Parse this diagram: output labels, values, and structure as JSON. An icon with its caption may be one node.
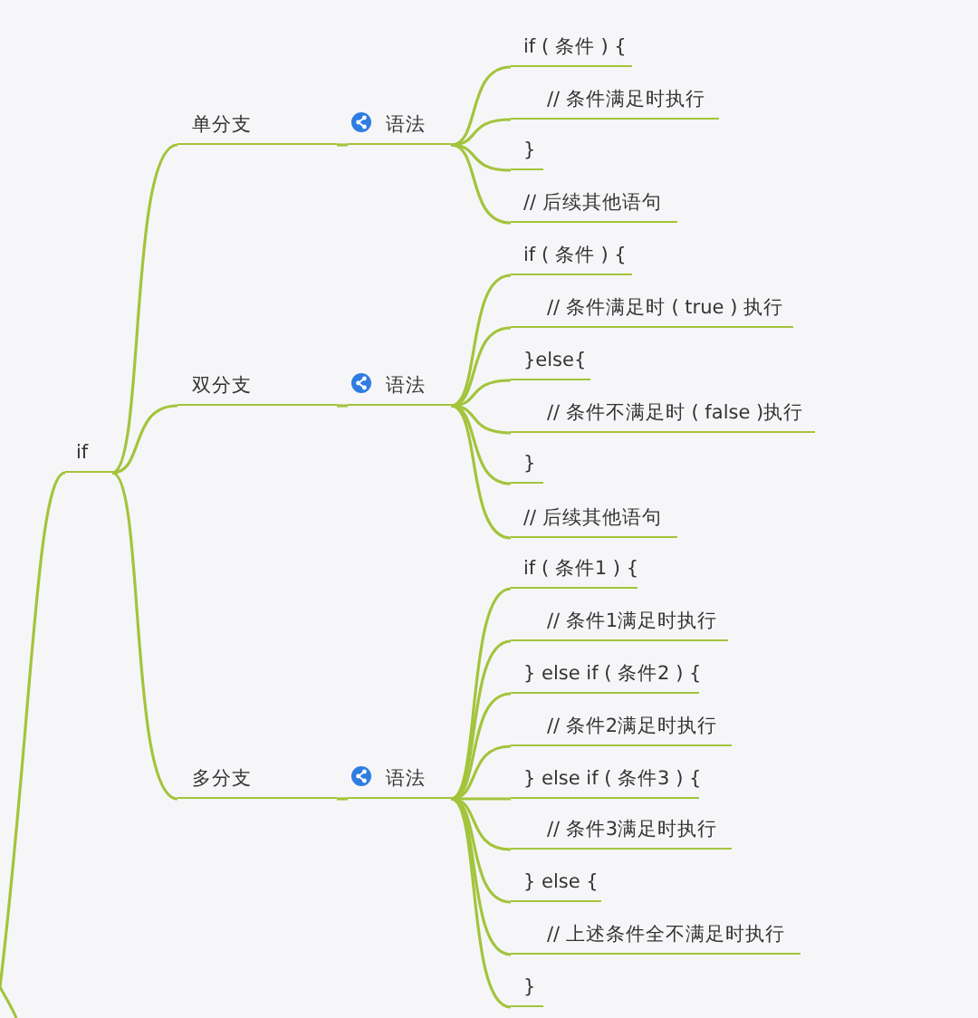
{
  "diagram": {
    "nodes": [
      {
        "text": [
          "if"
        ]
      },
      {
        "text": [
          "单分支"
        ]
      },
      {
        "text": [
          "语法"
        ]
      },
      {
        "text": [
          "if ( 条件 ) {"
        ]
      },
      {
        "text": [
          "// 条件满足时执行"
        ]
      },
      {
        "text": [
          "}"
        ]
      },
      {
        "text": [
          "// 后续其他语句"
        ]
      },
      {
        "text": [
          "双分支"
        ]
      },
      {
        "text": [
          "语法"
        ]
      },
      {
        "text": [
          "if ( 条件 ) {"
        ]
      },
      {
        "text": [
          "// 条件满足时 ( true ) 执行"
        ]
      },
      {
        "text": [
          "}else{"
        ]
      },
      {
        "text": [
          "// 条件不满足时 ( false )执行"
        ]
      },
      {
        "text": [
          "}"
        ]
      },
      {
        "text": [
          "// 后续其他语句"
        ]
      },
      {
        "text": [
          "多分支"
        ]
      },
      {
        "text": [
          "语法"
        ]
      },
      {
        "text": [
          "if ( 条件1 ) {"
        ]
      },
      {
        "text": [
          "// 条件1满足时执行"
        ]
      },
      {
        "text": [
          "} else if ( 条件2 ) {"
        ]
      },
      {
        "text": [
          "// 条件2满足时执行"
        ]
      },
      {
        "text": [
          "} else if ( 条件3 ) {"
        ]
      },
      {
        "text": [
          "// 条件3满足时执行"
        ]
      },
      {
        "text": [
          "} else {"
        ]
      },
      {
        "text": [
          "// 上述条件全不满足时执行"
        ]
      },
      {
        "text": [
          "}"
        ]
      }
    ],
    "edges": [
      {
        "from": null,
        "to": 0,
        "arrow": "none"
      },
      {
        "from": 0,
        "to": 1,
        "arrow": "none"
      },
      {
        "from": 1,
        "to": 2,
        "arrow": "none"
      },
      {
        "from": 2,
        "to": 3,
        "arrow": "none"
      },
      {
        "from": 2,
        "to": 4,
        "arrow": "none"
      },
      {
        "from": 2,
        "to": 5,
        "arrow": "none"
      },
      {
        "from": 2,
        "to": 6,
        "arrow": "none"
      },
      {
        "from": 0,
        "to": 7,
        "arrow": "none"
      },
      {
        "from": 7,
        "to": 8,
        "arrow": "none"
      },
      {
        "from": 8,
        "to": 9,
        "arrow": "none"
      },
      {
        "from": 8,
        "to": 10,
        "arrow": "none"
      },
      {
        "from": 8,
        "to": 11,
        "arrow": "none"
      },
      {
        "from": 8,
        "to": 12,
        "arrow": "none"
      },
      {
        "from": 8,
        "to": 13,
        "arrow": "none"
      },
      {
        "from": 8,
        "to": 14,
        "arrow": "none"
      },
      {
        "from": 0,
        "to": 15,
        "arrow": "none"
      },
      {
        "from": 15,
        "to": 16,
        "arrow": "none"
      },
      {
        "from": 16,
        "to": 17,
        "arrow": "none"
      },
      {
        "from": 16,
        "to": 18,
        "arrow": "none"
      },
      {
        "from": 16,
        "to": 19,
        "arrow": "none"
      },
      {
        "from": 16,
        "to": 20,
        "arrow": "none"
      },
      {
        "from": 16,
        "to": 21,
        "arrow": "none"
      },
      {
        "from": 16,
        "to": 22,
        "arrow": "none"
      },
      {
        "from": 16,
        "to": 23,
        "arrow": "none"
      },
      {
        "from": 16,
        "to": 24,
        "arrow": "none"
      },
      {
        "from": 16,
        "to": 25,
        "arrow": "none"
      }
    ]
  }
}
